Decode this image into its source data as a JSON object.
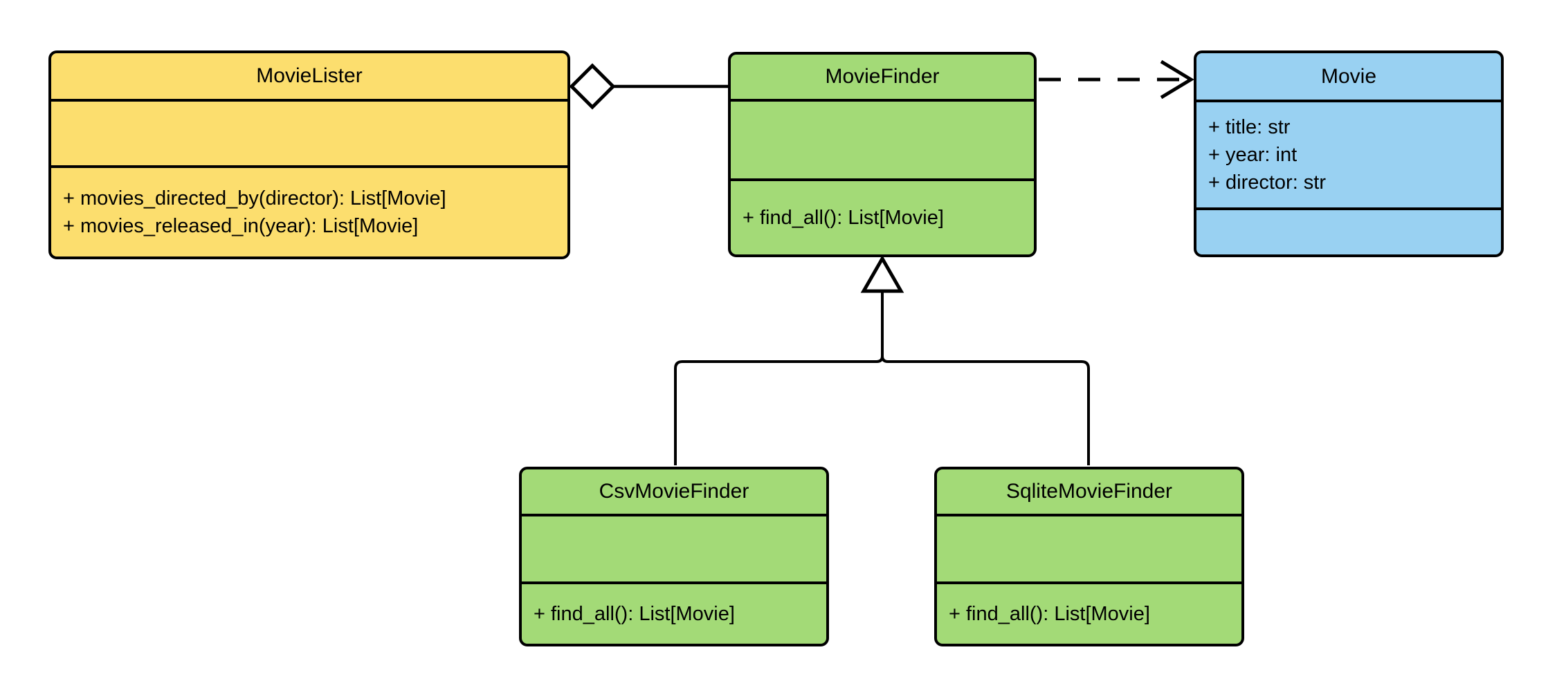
{
  "diagram": {
    "type": "uml-class-diagram",
    "classes": [
      {
        "name": "MovieLister",
        "attributes": [],
        "methods": [
          "+ movies_directed_by(director): List[Movie]",
          "+ movies_released_in(year): List[Movie]"
        ],
        "fill": "yellow"
      },
      {
        "name": "MovieFinder",
        "attributes": [],
        "methods": [
          "+ find_all(): List[Movie]"
        ],
        "fill": "green"
      },
      {
        "name": "Movie",
        "attributes": [
          "+ title: str",
          "+ year: int",
          "+ director: str"
        ],
        "methods": [],
        "fill": "blue"
      },
      {
        "name": "CsvMovieFinder",
        "attributes": [],
        "methods": [
          "+ find_all(): List[Movie]"
        ],
        "fill": "green"
      },
      {
        "name": "SqliteMovieFinder",
        "attributes": [],
        "methods": [
          "+ find_all(): List[Movie]"
        ],
        "fill": "green"
      }
    ],
    "relationships": [
      {
        "type": "aggregation",
        "from": "MovieLister",
        "to": "MovieFinder",
        "marker": "hollow-diamond"
      },
      {
        "type": "dependency",
        "from": "MovieFinder",
        "to": "Movie",
        "marker": "open-arrow-dashed"
      },
      {
        "type": "inheritance",
        "from": "CsvMovieFinder",
        "to": "MovieFinder",
        "marker": "hollow-triangle"
      },
      {
        "type": "inheritance",
        "from": "SqliteMovieFinder",
        "to": "MovieFinder",
        "marker": "hollow-triangle"
      }
    ]
  },
  "colors": {
    "class-yellow": "#FCDE6E",
    "class-green": "#A3DA77",
    "class-blue": "#99D1F2",
    "stroke": "#000000",
    "background": "#FFFFFF"
  }
}
